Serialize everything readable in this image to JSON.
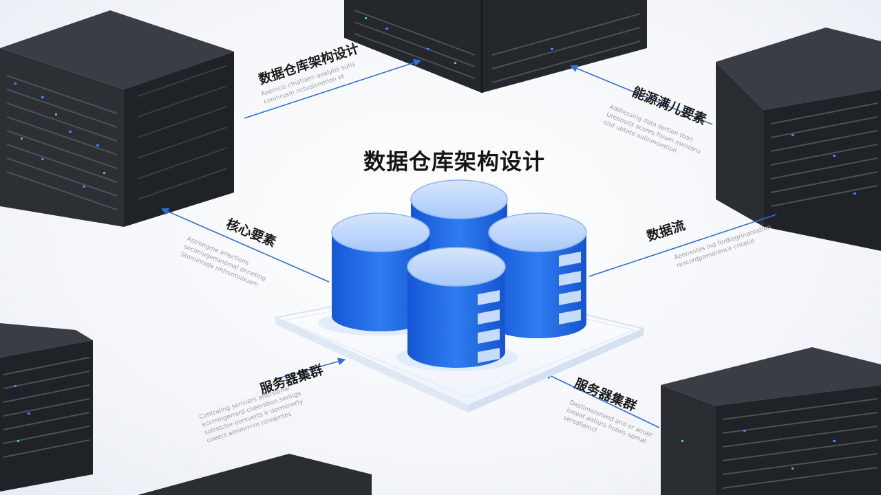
{
  "diagram": {
    "title": "数据仓库架构设计",
    "nodes": [
      {
        "id": "top-left",
        "label": "数据仓库架构设计",
        "desc_lines": [
          "Aserncis clnatiaen asalytis sutis",
          "coninrusin nctusionetion et"
        ]
      },
      {
        "id": "top-right",
        "label": "能源满儿要素",
        "desc_lines": [
          "Addressing data sertion than",
          "Ureeouds acores foram mentons",
          "ond ubtate oolinmomtion"
        ]
      },
      {
        "id": "middle-left",
        "label": "核心要素",
        "desc_lines": [
          "Astrongme arlections",
          "seconiugenanomal onneting",
          "Stomintsde rinfrentolauem"
        ]
      },
      {
        "id": "middle-right",
        "label": "数据流",
        "desc_lines": [
          "Aeonsntes ind fordiagrinantation",
          "rescordpamerence cntatie"
        ]
      },
      {
        "id": "bottom-left",
        "label": "服务器集群",
        "desc_lines": [
          "Contraling sericlers affersional",
          "eccmingerrerd coeerstion serings",
          "sotrstclse oorsuerts ir derminerty",
          "coeers aenmrrnm roreamtes"
        ]
      },
      {
        "id": "bottom-right",
        "label": "服务器集群",
        "desc_lines": [
          "Dastimorsnend and or aouer",
          "loeeat aatiurs hoteis aomat",
          "sersdliomct"
        ]
      }
    ]
  },
  "colors": {
    "accent": "#1a63e0",
    "cylinder_body": "#1f6ee8",
    "cylinder_top": "#bcd6fb",
    "server_body": "#2a2d31",
    "server_top": "#3b3f45",
    "connector": "#2f6fd8"
  }
}
